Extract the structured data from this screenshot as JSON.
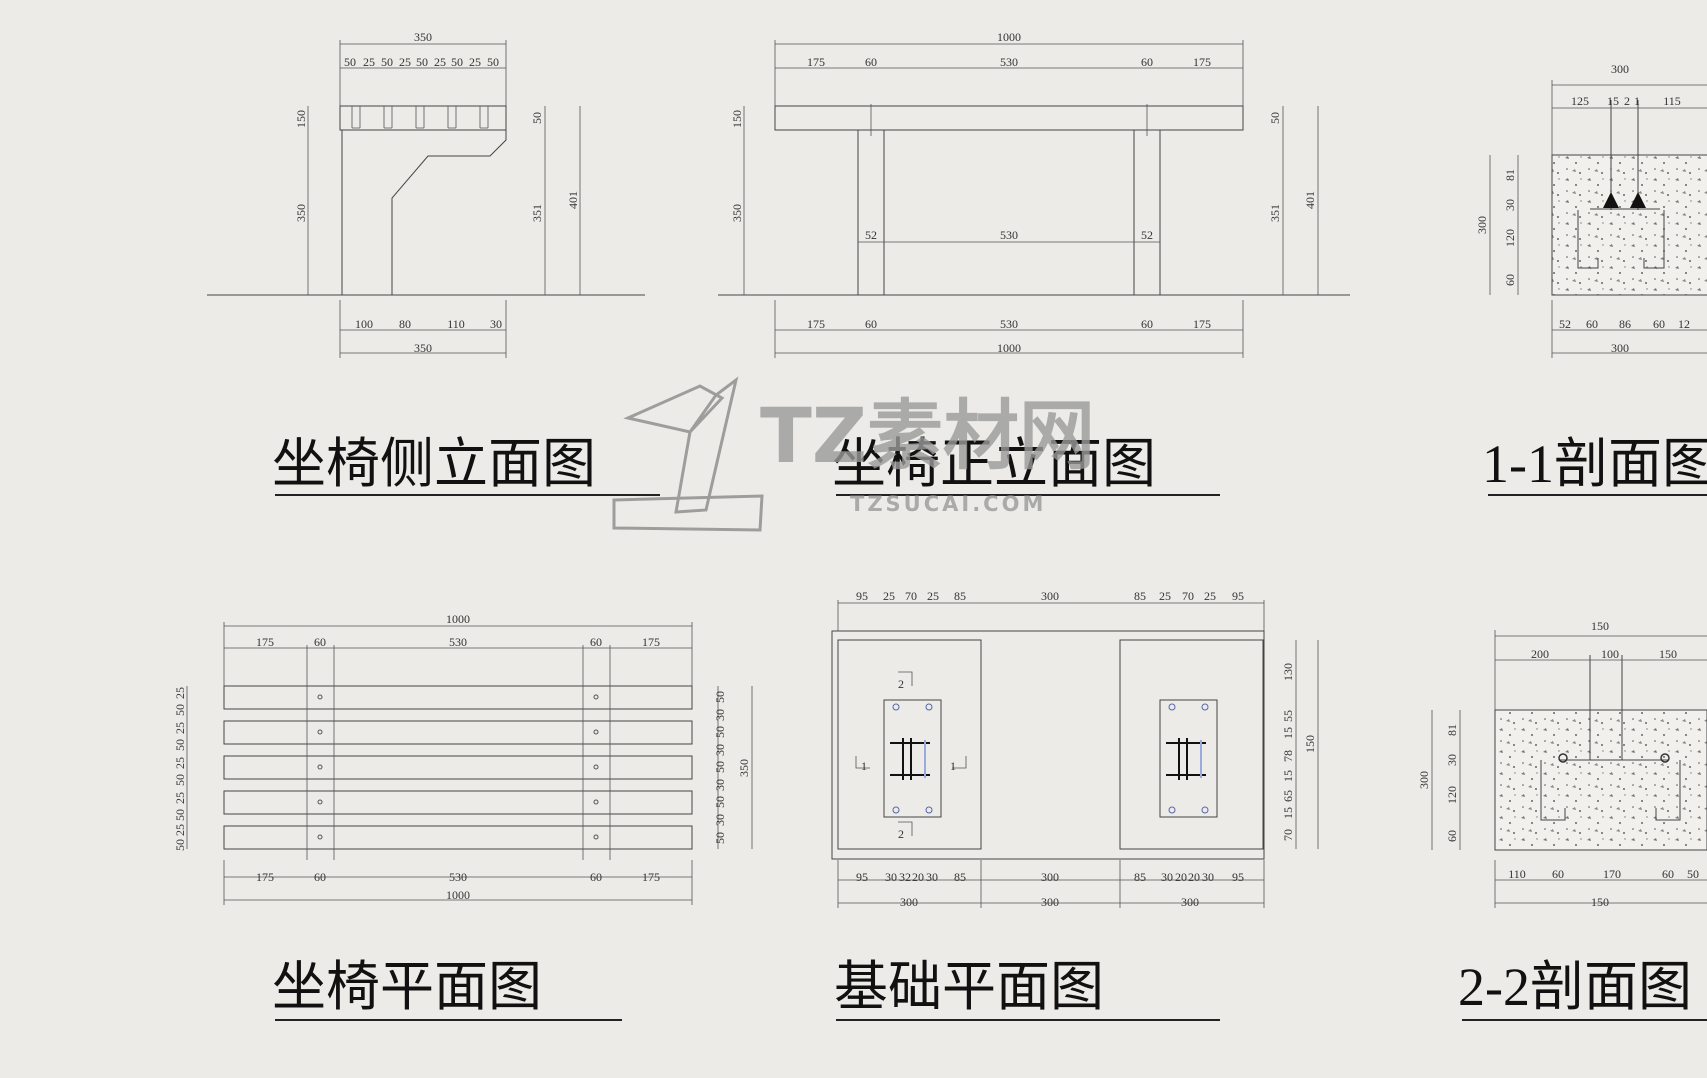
{
  "titles": {
    "side": "坐椅侧立面图",
    "front": "坐椅正立面图",
    "sec11": "1-1剖面图",
    "plan": "坐椅平面图",
    "found": "基础平面图",
    "sec22": "2-2剖面图"
  },
  "watermark": {
    "brand": "TZ素材网",
    "url": "TZSUCAI.COM"
  },
  "side_view": {
    "top_total": "350",
    "top_segments": [
      "50",
      "25",
      "50",
      "25",
      "50",
      "25",
      "50",
      "25",
      "50"
    ],
    "left_heights": [
      "150",
      "350"
    ],
    "right_heights": [
      "50",
      "351",
      "401"
    ],
    "bottom_segments": [
      "100",
      "80",
      "110",
      "30"
    ],
    "bottom_total": "350"
  },
  "front_view": {
    "top_total": "1000",
    "top_segments": [
      "175",
      "60",
      "530",
      "60",
      "175"
    ],
    "left_heights": [
      "150",
      "350"
    ],
    "right_heights": [
      "50",
      "351",
      "401"
    ],
    "inner": [
      "52",
      "530",
      "52"
    ],
    "bottom_segments": [
      "175",
      "60",
      "530",
      "60",
      "175"
    ],
    "bottom_total": "1000"
  },
  "section_1_1": {
    "top_total": "300",
    "top_segments": [
      "125",
      "15",
      "2",
      "1",
      "115"
    ],
    "left": [
      "81",
      "30",
      "120",
      "60"
    ],
    "left_total": "300",
    "bottom_segments": [
      "52",
      "60",
      "86",
      "60",
      "12"
    ],
    "bottom_total": "300"
  },
  "plan_view": {
    "top_total": "1000",
    "top_segments": [
      "175",
      "60",
      "530",
      "60",
      "175"
    ],
    "left_side": [
      "25",
      "50",
      "25",
      "50",
      "25",
      "50",
      "25",
      "50",
      "25",
      "50"
    ],
    "right_side": [
      "50",
      "30",
      "50",
      "30",
      "50",
      "30",
      "50",
      "30",
      "50"
    ],
    "right_total": "350",
    "bottom_segments": [
      "175",
      "60",
      "530",
      "60",
      "175"
    ],
    "bottom_total": "1000"
  },
  "foundation": {
    "top_segments": [
      "95",
      "25",
      "70",
      "25",
      "85",
      "300",
      "85",
      "25",
      "70",
      "25",
      "95"
    ],
    "right_side": [
      "130",
      "55",
      "15",
      "78",
      "15",
      "65",
      "15",
      "70"
    ],
    "right_total": "150",
    "bottom_segments": [
      "95",
      "30",
      "32",
      "20",
      "30",
      "85",
      "300",
      "85",
      "30",
      "20",
      "20",
      "30",
      "95"
    ],
    "bottom_totals": [
      "300",
      "300",
      "300"
    ],
    "markers": [
      "1",
      "1",
      "2",
      "2"
    ]
  },
  "section_2_2": {
    "top_total": "150",
    "top_segments": [
      "200",
      "100",
      "150"
    ],
    "left": [
      "81",
      "30",
      "120",
      "60"
    ],
    "left_total": "300",
    "bottom_segments": [
      "110",
      "60",
      "170",
      "60",
      "50"
    ],
    "bottom_total": "150"
  }
}
